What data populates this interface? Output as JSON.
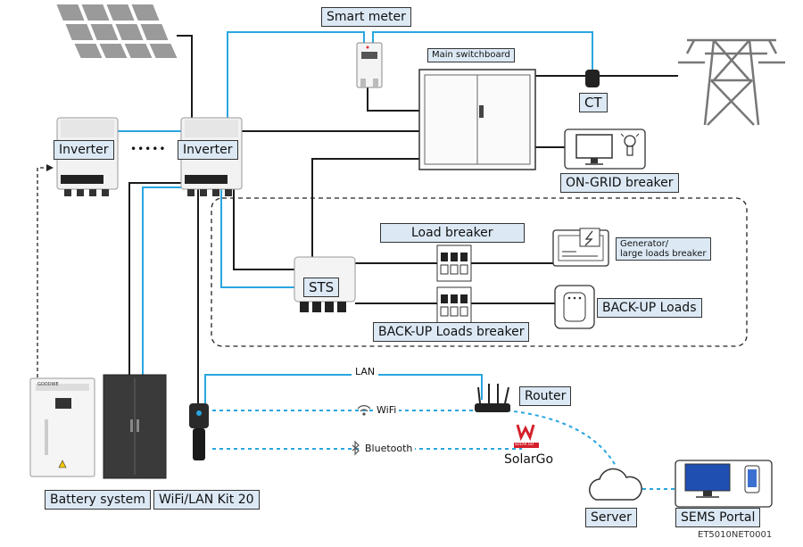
{
  "labels": {
    "smart_meter": "Smart meter",
    "main_switchboard": "Main switchboard",
    "ct": "CT",
    "inverter_1": "Inverter",
    "inverter_2": "Inverter",
    "inverter_dots": "•••••",
    "on_grid_breaker": "ON-GRID breaker",
    "load_breaker": "Load breaker",
    "generator": "Generator/\nlarge loads breaker",
    "sts": "STS",
    "backup_loads": "BACK-UP Loads",
    "backup_loads_breaker": "BACK-UP Loads breaker",
    "lan": "LAN",
    "router": "Router",
    "wifi": "WiFi",
    "bluetooth": "Bluetooth",
    "solargo": "SolarGo",
    "solargo_logo_text": "SOLAR GO",
    "battery_system": "Battery system",
    "wifi_lan_kit": "WiFi/LAN Kit 20",
    "server": "Server",
    "sems_portal": "SEMS Portal",
    "battery_brand": "GOODWE",
    "figure_code": "ET5010NET0001"
  },
  "colors": {
    "blue_line": "#29a6e0",
    "black_line": "#1a1a1a",
    "label_fill": "#dce9f5",
    "solargo_red": "#d4202a"
  }
}
